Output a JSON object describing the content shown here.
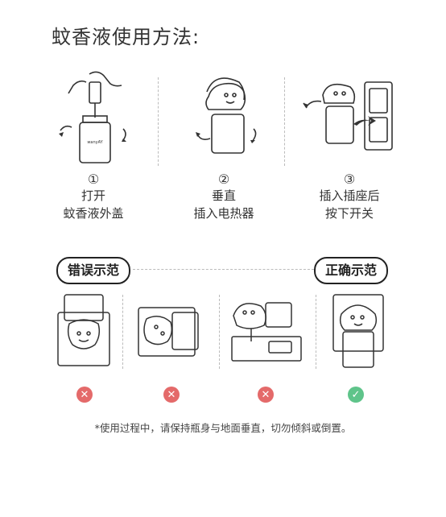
{
  "title": "蚊香液使用方法:",
  "steps": [
    {
      "num": "①",
      "line1": "打开",
      "line2": "蚊香液外盖"
    },
    {
      "num": "②",
      "line1": "垂直",
      "line2": "插入电热器"
    },
    {
      "num": "③",
      "line1": "插入插座后",
      "line2": "按下开关"
    }
  ],
  "wrong_label": "错误示范",
  "right_label": "正确示范",
  "brand_text": "wanyAY",
  "note": "*使用过程中，请保持瓶身与地面垂直，切勿倾斜或倒置。",
  "colors": {
    "wrong": "#e46a6a",
    "right": "#5fc48a",
    "line": "#333333"
  }
}
